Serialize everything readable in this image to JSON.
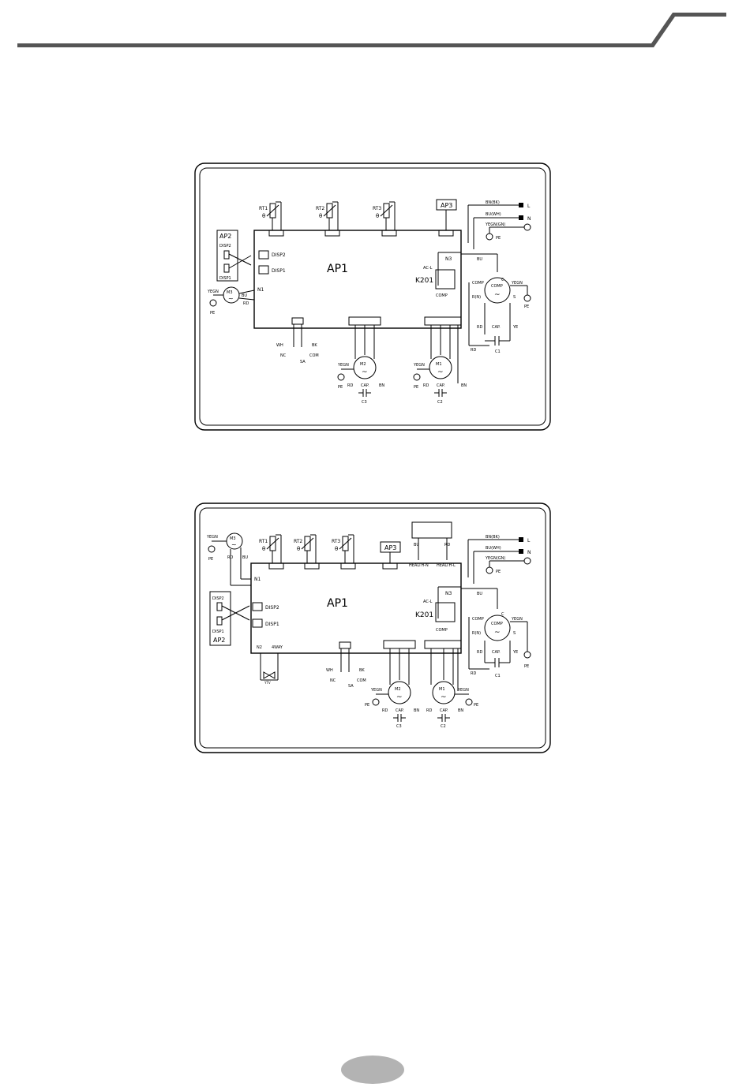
{
  "diagram1": {
    "board": "AP1",
    "display": "AP2",
    "disp2": "DISP2",
    "disp1": "DISP1",
    "ap3": "AP3",
    "rt1": "RT1",
    "rt2": "RT2",
    "rt3": "RT3",
    "theta": "θ",
    "l": "L",
    "n": "N",
    "bn_bk": "BN(BK)",
    "bu_wh": "BU(WH)",
    "yegn_gn": "YEGN(GN)",
    "pe": "PE",
    "n3": "N3",
    "bu": "BU",
    "ac_l": "AC-L",
    "k201": "K201",
    "comp": "COMP",
    "c": "C",
    "yegn": "YEGN",
    "r_n": "R(N)",
    "s": "S",
    "rd": "RD",
    "cap": "CAP.",
    "ye": "YE",
    "c1": "C1",
    "m3": "M3",
    "n1": "N1",
    "wh": "WH",
    "bk": "BK",
    "nc": "NC",
    "sa": "SA",
    "com": "COM",
    "m2": "M2",
    "m1": "M1",
    "bn": "BN",
    "c3": "C3",
    "c2": "C2"
  },
  "diagram2": {
    "board": "AP1",
    "display": "AP2",
    "disp2": "DISP2",
    "disp1": "DISP1",
    "ap3": "AP3",
    "rt1": "RT1",
    "rt2": "RT2",
    "rt3": "RT3",
    "theta": "θ",
    "health_n": "HEALTH-N",
    "health_l": "HEALTH-L",
    "bu": "BU",
    "rd": "RD",
    "l": "L",
    "n": "N",
    "bn_bk": "BN(BK)",
    "bu_wh": "BU(WH)",
    "yegn_gn": "YEGN(GN)",
    "pe": "PE",
    "n3": "N3",
    "ac_l": "AC-L",
    "k201": "K201",
    "comp": "COMP",
    "c": "C",
    "yegn": "YEGN",
    "r_n": "R(N)",
    "s": "S",
    "cap": "CAP.",
    "ye": "YE",
    "c1": "C1",
    "m3": "M3",
    "n1": "N1",
    "n2": "N2",
    "fourway": "4WAY",
    "ytv": "YTV",
    "wh": "WH",
    "bk": "BK",
    "nc": "NC",
    "sa": "SA",
    "com": "COM",
    "m2": "M2",
    "m1": "M1",
    "bn": "BN",
    "c3": "C3",
    "c2": "C2"
  }
}
